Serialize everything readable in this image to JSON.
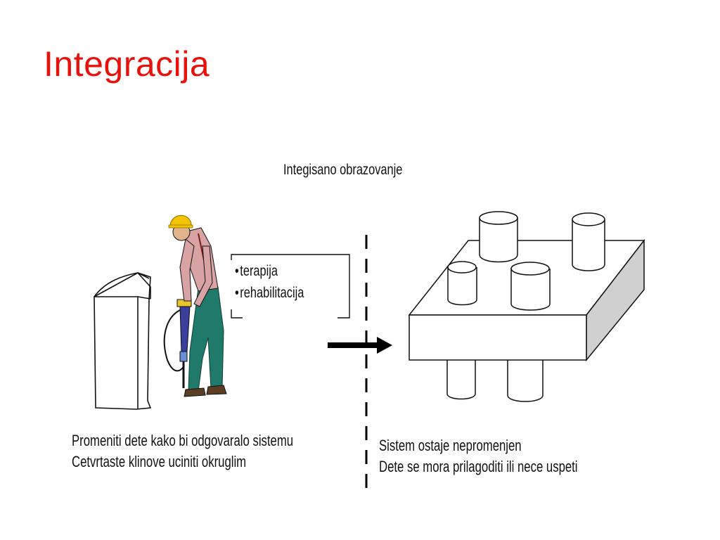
{
  "slide": {
    "title": "Integracija",
    "title_color": "#e8120c"
  },
  "diagram": {
    "title": "Integisano obrazovanje",
    "bullets": [
      "terapija",
      "rehabilitacija"
    ],
    "left_caption": [
      "Promeniti dete kako bi odgovaralo sistemu",
      "Cetvrtaste klinove uciniti okruglim"
    ],
    "right_caption": [
      "Sistem ostaje nepromenjen",
      "Dete se mora prilagoditi ili nece uspeti"
    ]
  }
}
